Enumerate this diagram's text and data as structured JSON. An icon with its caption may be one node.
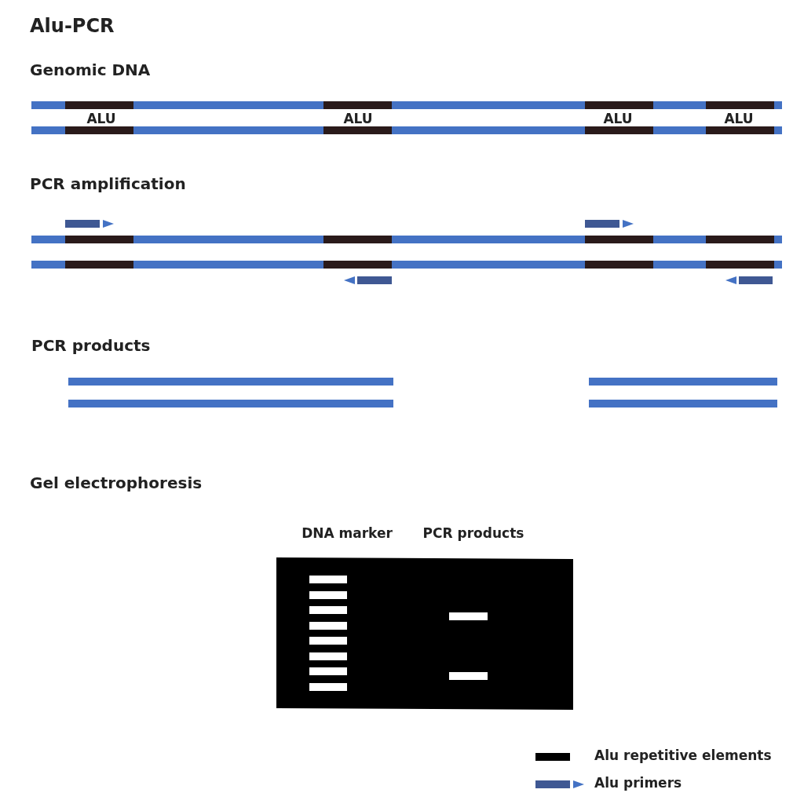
{
  "diagram": {
    "title": "Alu-PCR",
    "labels": [
      "Genomic DNA",
      "ALU",
      "ALU",
      "ALU",
      "ALU",
      "PCR amplification",
      "PCR products",
      "Gel electrophoresis",
      "DNA marker",
      "PCR products"
    ],
    "legend": [
      {
        "text": "Alu repetitive elements",
        "color": "#000000"
      },
      {
        "text": "Alu primers"
      }
    ]
  }
}
